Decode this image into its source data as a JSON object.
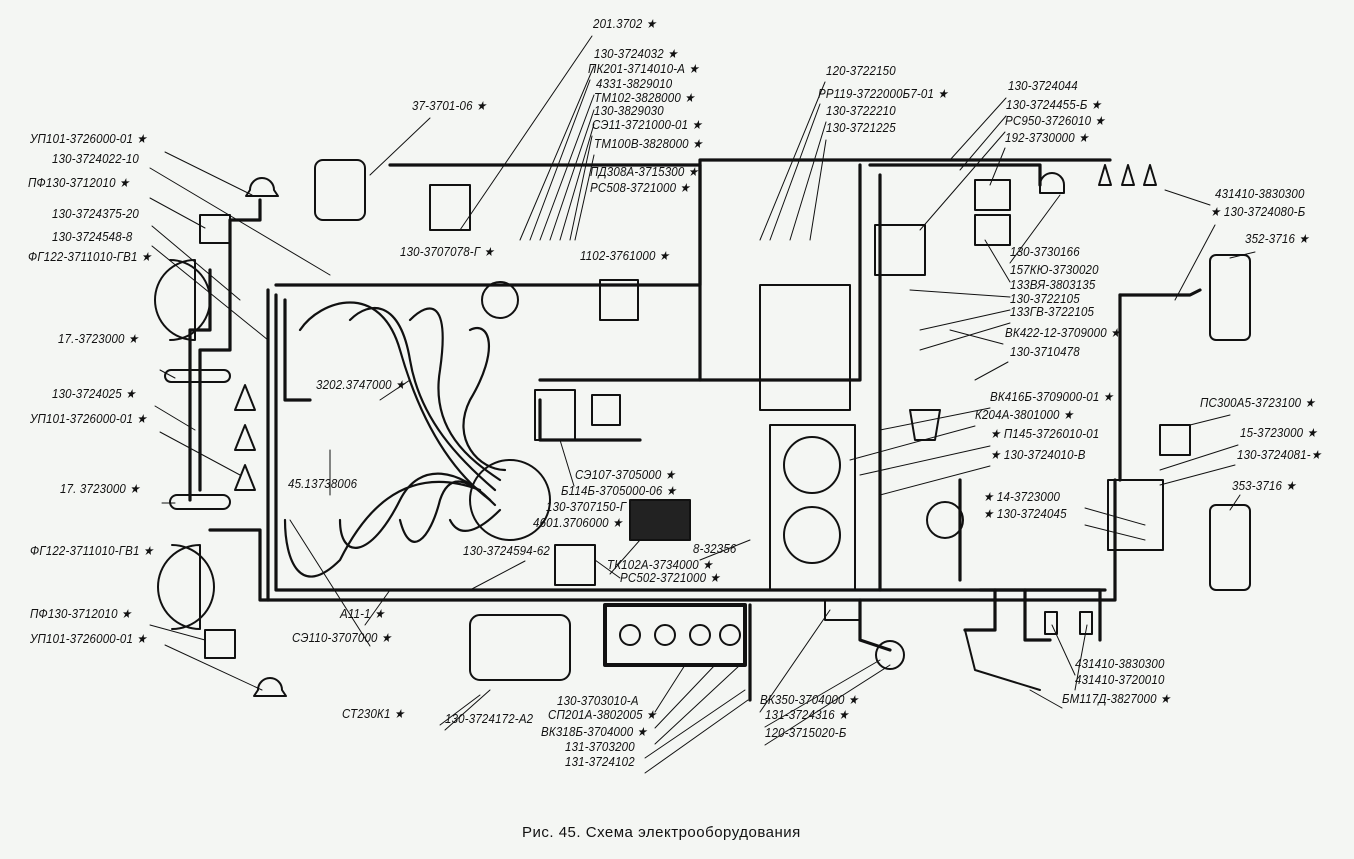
{
  "caption": "Рис. 45. Схема электрооборудования",
  "colors": {
    "ink": "#111111",
    "paper": "#f4f6f3"
  },
  "labels": [
    "201.3702 ★",
    "130-3724032 ★",
    "ПК201-3714010-А ★",
    "4331-3829010",
    "ТМ102-3828000 ★",
    "130-3829030",
    "СЭ11-3721000-01 ★",
    "ТМ100В-3828000 ★",
    "37-3701-06 ★",
    "УП101-3726000-01 ★",
    "130-3724022-10",
    "ПФ130-3712010 ★",
    "130-3724375-20",
    "130-3724548-8",
    "ФГ122-3711010-ГВ1 ★",
    "17.-3723000 ★",
    "130-3724025 ★",
    "УП101-3726000-01 ★",
    "17. 3723000 ★",
    "ФГ122-3711010-ГВ1 ★",
    "ПФ130-3712010 ★",
    "УП101-3726000-01 ★",
    "130-3707078-Г ★",
    "ПД308А-3715300 ★",
    "РС508-3721000 ★",
    "1102-3761000 ★",
    "3202.3747000 ★",
    "45.13738006",
    "СЭ107-3705000 ★",
    "Б114Б-3705000-06 ★",
    "130-3707150-Г",
    "4601.3706000 ★",
    "130-3724594-62",
    "8-32356",
    "ТК102А-3734000 ★",
    "РС502-3721000 ★",
    "А11-1 ★",
    "СЭ110-3707000 ★",
    "СТ230К1 ★",
    "130-3724172-А2",
    "130-3703010-А",
    "СП201А-3802005 ★",
    "ВК318Б-3704000 ★",
    "131-3703200",
    "131-3724102",
    "ВК350-3704000 ★",
    "131-3724316 ★",
    "120-3715020-Б",
    "120-3722150",
    "РР119-3722000Б7-01 ★",
    "130-3722210",
    "130-3721225",
    "130-3724044",
    "130-3724455-Б ★",
    "РС950-3726010 ★",
    "192-3730000 ★",
    "431410-3830300",
    "★ 130-3724080-Б",
    "352-3716 ★",
    "130-3730166",
    "157КЮ-3730020",
    "133ВЯ-3803135",
    "130-3722105",
    "133ГВ-3722105",
    "ВК422-12-3709000 ★",
    "130-3710478",
    "ВК416Б-3709000-01 ★",
    "К204А-3801000 ★",
    "★ П145-3726010-01",
    "★ 130-3724010-В",
    "ПС300А5-3723100 ★",
    "15-3723000 ★",
    "130-3724081-★",
    "353-3716 ★",
    "★ 14-3723000",
    "★ 130-3724045",
    "431410-3830300",
    "431410-3720010",
    "БМ117Д-3827000 ★"
  ]
}
